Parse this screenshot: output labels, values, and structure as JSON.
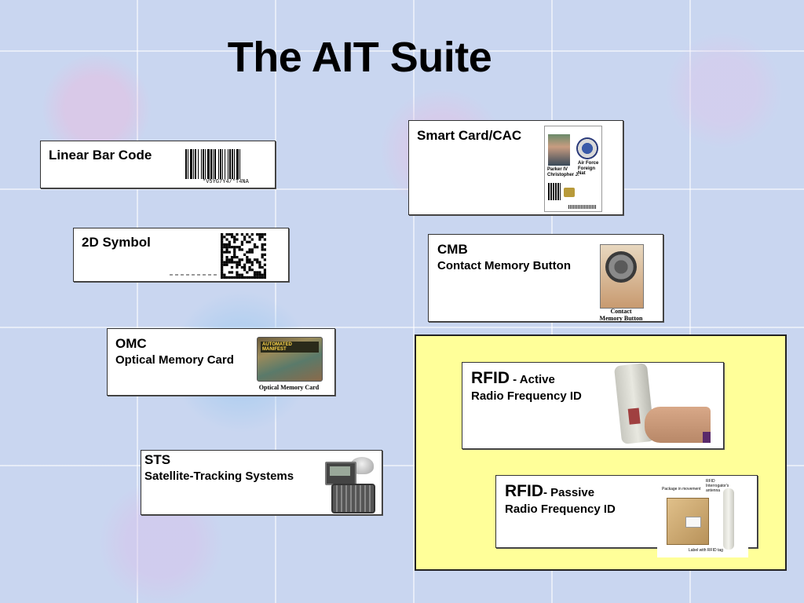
{
  "title": "The AIT Suite",
  "cards": {
    "linear_bar_code": {
      "label": "Linear Bar Code",
      "barcode_text": "*V5YG7Y4/*T4NA"
    },
    "smart_card": {
      "label": "Smart Card/CAC",
      "id_lines": [
        "Parker IV",
        "Christopher J.",
        "Air Force",
        "Foreign Nat"
      ]
    },
    "symbol_2d": {
      "label": "2D Symbol"
    },
    "cmb": {
      "label": "CMB",
      "sub": "Contact Memory Button",
      "caption_1": "Contact",
      "caption_2": "Memory Button"
    },
    "omc": {
      "label": "OMC",
      "sub": "Optical Memory Card",
      "card_text": "AUTOMATED MANIFEST",
      "caption": "Optical Memory Card"
    },
    "rfid_active": {
      "label": "RFID",
      "label_suffix": " - Active",
      "sub": "Radio Frequency ID"
    },
    "sts": {
      "label": "STS",
      "sub": "Satellite-Tracking Systems"
    },
    "rfid_passive": {
      "label": "RFID",
      "label_suffix": "- Passive",
      "sub": "Radio Frequency ID",
      "img_text_1": "Package in movement",
      "img_text_2": "RFID Interrogator's antenna",
      "img_text_3": "Label with RFID tag"
    }
  },
  "colors": {
    "highlight": "#ffff99",
    "border": "#222222"
  }
}
